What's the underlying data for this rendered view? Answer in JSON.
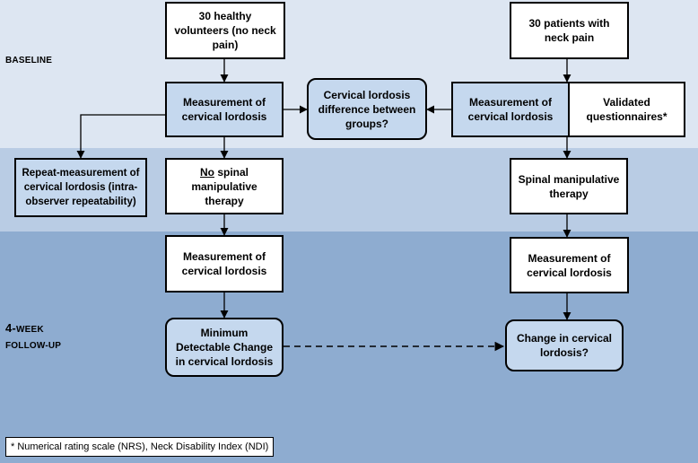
{
  "phases": {
    "baseline": "BASELINE",
    "follow_up_num": "4-",
    "follow_up_week": "WEEK",
    "follow_up": "FOLLOW-UP"
  },
  "nodes": {
    "healthy_volunteers": "30 healthy volunteers (no neck pain)",
    "patients_neck_pain": "30 patients with neck pain",
    "measurement_healthy_baseline": "Measurement of cervical lordosis",
    "lordosis_difference": "Cervical lordosis difference between groups?",
    "measurement_patients_baseline": "Measurement of cervical lordosis",
    "validated_questionnaires": "Validated questionnaires*",
    "repeat_measurement": "Repeat-measurement of cervical lordosis (intra-observer repeatability)",
    "no_smt_prefix": "No",
    "no_smt_rest": " spinal manipulative therapy",
    "spinal_manipulative_therapy": "Spinal manipulative therapy",
    "measurement_healthy_followup": "Measurement of cervical lordosis",
    "measurement_patients_followup": "Measurement of cervical lordosis",
    "minimum_detectable_change": "Minimum Detectable Change in cervical lordosis",
    "change_in_lordosis": "Change in cervical lordosis?"
  },
  "footnote": "* Numerical rating scale (NRS), Neck Disability Index (NDI)"
}
